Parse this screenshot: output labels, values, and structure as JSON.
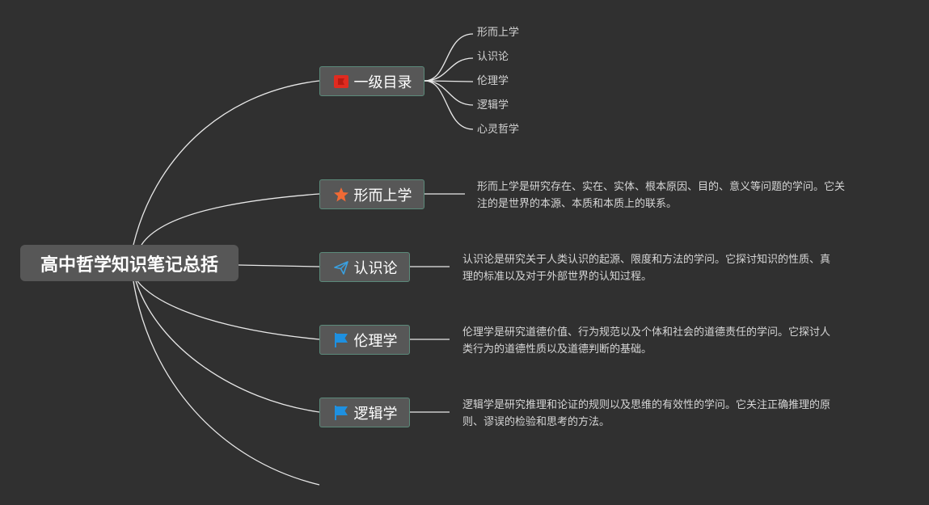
{
  "root": {
    "label": "高中哲学知识笔记总括"
  },
  "branches": [
    {
      "label": "一级目录",
      "icon": "red-flag-icon"
    },
    {
      "label": "形而上学",
      "icon": "orange-star-icon"
    },
    {
      "label": "认识论",
      "icon": "paper-plane-icon"
    },
    {
      "label": "伦理学",
      "icon": "blue-flag-icon"
    },
    {
      "label": "逻辑学",
      "icon": "blue-flag-icon"
    }
  ],
  "toc_items": [
    "形而上学",
    "认识论",
    "伦理学",
    "逻辑学",
    "心灵哲学"
  ],
  "descriptions": {
    "metaphysics": [
      "形而上学是研究存在、实在、实体、根本原因、目的、意义等问题的学问。它关",
      "注的是世界的本源、本质和本质上的联系。"
    ],
    "epistemology": [
      "认识论是研究关于人类认识的起源、限度和方法的学问。它探讨知识的性质、真",
      "理的标准以及对于外部世界的认知过程。"
    ],
    "ethics": [
      "伦理学是研究道德价值、行为规范以及个体和社会的道德责任的学问。它探讨人",
      "类行为的道德性质以及道德判断的基础。"
    ],
    "logic": [
      "逻辑学是研究推理和论证的规则以及思维的有效性的学问。它关注正确推理的原",
      "则、谬误的检验和思考的方法。"
    ]
  },
  "colors": {
    "background": "#303030",
    "node_fill": "#575757",
    "node_border": "#5b8a7a",
    "line": "#e8e8e8",
    "flag_red": "#e02b20",
    "star_orange": "#f06a35",
    "plane_blue": "#3aa0e0",
    "flag_blue": "#1e90e0"
  }
}
